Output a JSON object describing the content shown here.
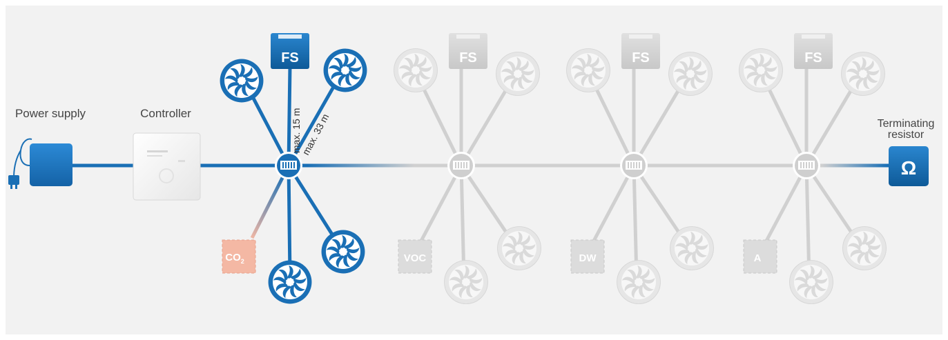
{
  "labels": {
    "power_supply": "Power supply",
    "controller": "Controller",
    "terminating_line1": "Terminating",
    "terminating_line2": "resistor",
    "max_15": "max. 15 m",
    "max_33": "max. 33 m",
    "ohm": "Ω"
  },
  "sensors": {
    "fs": "FS",
    "co2_main": "CO",
    "co2_sub": "2",
    "voc": "VOC",
    "dw": "DW",
    "a": "A"
  },
  "colors": {
    "background": "#f2f2f2",
    "active_blue": "#1a6fb5",
    "inactive_gray": "#d0d0d0",
    "co2_salmon": "#f4b8a4"
  },
  "icons": {
    "fan": "fan-icon",
    "plug": "plug-icon",
    "hub": "hub-icon"
  }
}
